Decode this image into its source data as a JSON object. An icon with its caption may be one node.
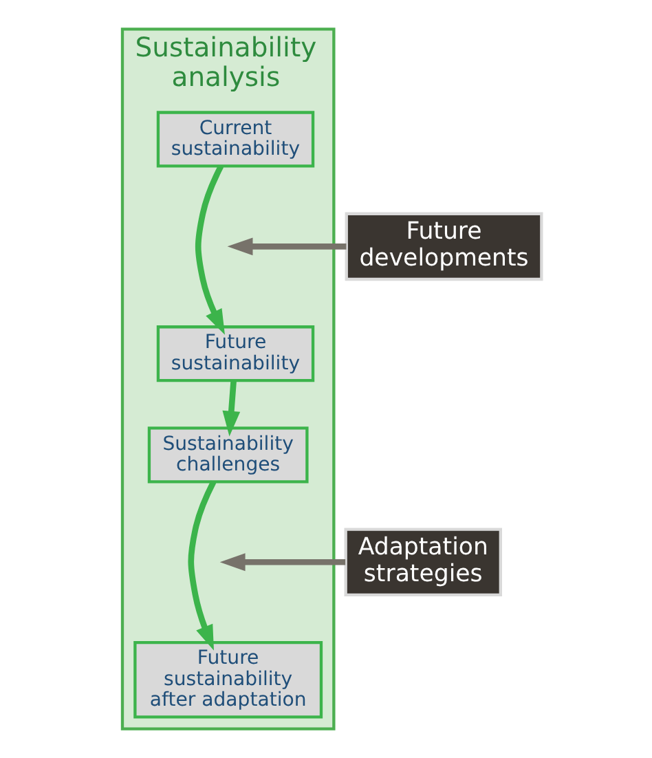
{
  "diagram": {
    "nodes": [
      {
        "text": [
          "Sustainability analysis"
        ]
      },
      {
        "text": [
          "Current sustainability"
        ],
        "in": 0
      },
      {
        "text": [
          "Future sustainability"
        ],
        "in": 0
      },
      {
        "text": [
          "Sustainability challenges"
        ],
        "in": 0
      },
      {
        "text": [
          "Future sustainability after adaptation"
        ],
        "in": 0
      },
      {
        "text": [
          "Future developments"
        ]
      },
      {
        "text": [
          "Adaptation strategies"
        ]
      }
    ],
    "edges": [
      {
        "from": 1,
        "to": 2,
        "arrow": "to"
      },
      {
        "from": 5,
        "to": null,
        "arrow": "to",
        "color": "#77726a"
      },
      {
        "from": 2,
        "to": 3,
        "arrow": "to"
      },
      {
        "from": 3,
        "to": 4,
        "arrow": "to"
      },
      {
        "from": 6,
        "to": null,
        "arrow": "to",
        "color": "#77726a"
      }
    ]
  }
}
